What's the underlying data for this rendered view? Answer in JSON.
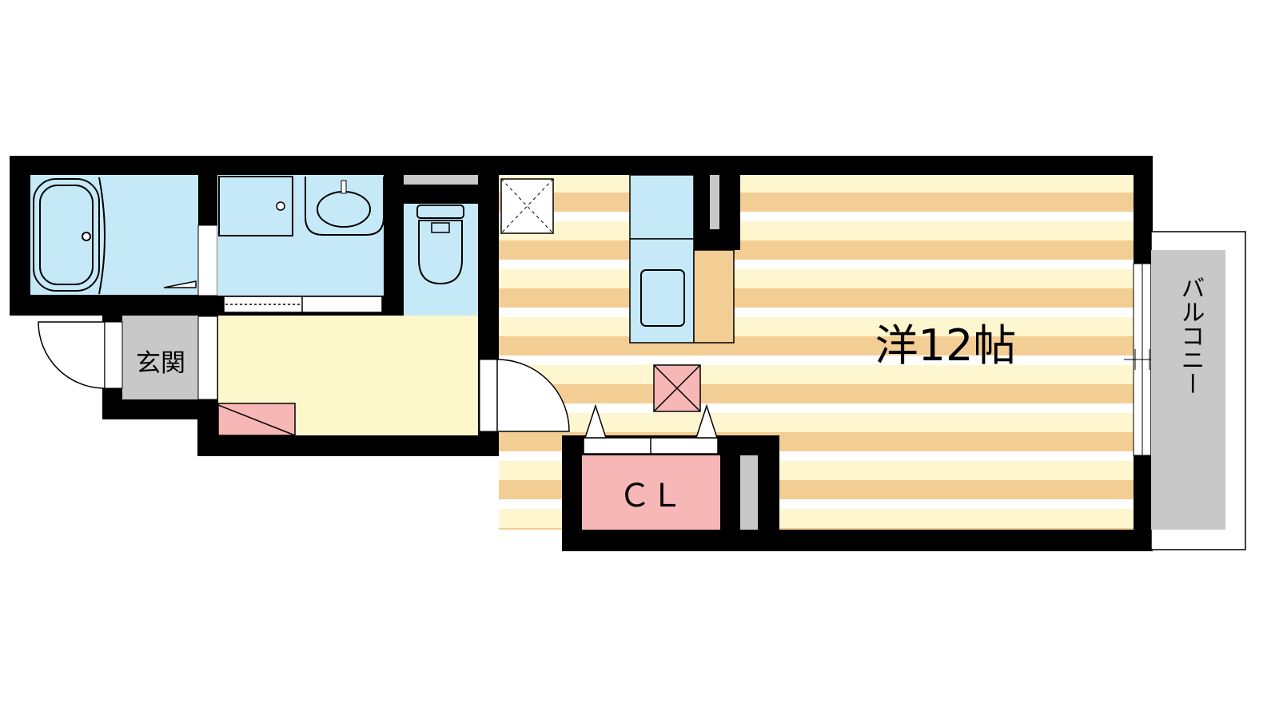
{
  "rooms": {
    "western_room": "洋12帖",
    "entrance": "玄関",
    "closet": "ＣＬ",
    "balcony": "バルコニー"
  },
  "colors": {
    "wall": "#000000",
    "floor_stripe_light": "#fdf6cf",
    "floor_stripe_dark": "#f2cd94",
    "wet_area": "#c6e9f8",
    "storage": "#f7b7b7",
    "entrance_floor": "#c8c8c8",
    "hall_floor": "#fdf7cc"
  }
}
